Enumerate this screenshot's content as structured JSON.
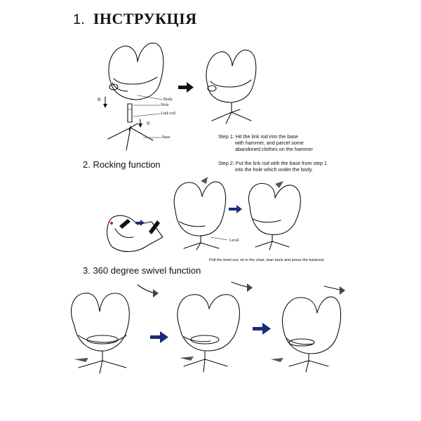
{
  "title": {
    "number": "1.",
    "text": "ІНСТРУКЦІЯ"
  },
  "section1": {
    "labels": {
      "body": "Body",
      "hole": "Hole",
      "link_rod": "Link rod",
      "base": "Base"
    },
    "markers": {
      "step2": "②",
      "step1": "①"
    },
    "step1_text": "Step 1: Hit the link rod into the base\n            with hammer, and parcel some\n            abandoned clothes on the hammer",
    "step2_text": "Step 2: Put the link rod with the base from step 1\n            into the hole which under the body."
  },
  "section2": {
    "heading": "2. Rocking function",
    "level_label": "Level",
    "caption": "Pull the level out, sit in the chair, lean back and press the backrest"
  },
  "section3": {
    "heading": "3. 360 degree swivel function"
  },
  "colors": {
    "arrow_blue": "#1b2a7a",
    "arrow_gray": "#555555",
    "line": "#111111"
  }
}
